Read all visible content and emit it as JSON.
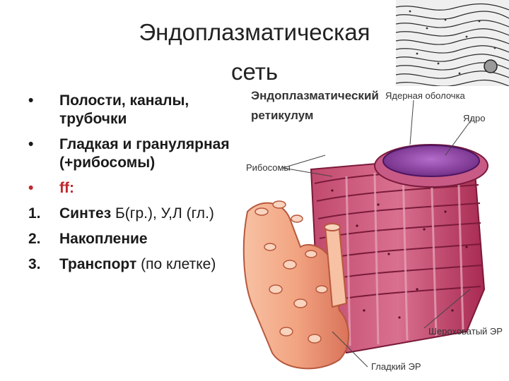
{
  "title": {
    "line1": "Эндоплазматическая",
    "line2": "сеть"
  },
  "bullets": [
    {
      "marker": "•",
      "text": "Полости, каналы, трубочки"
    },
    {
      "marker": "•",
      "text": "Гладкая и гранулярная (+рибосомы)"
    },
    {
      "marker": "•",
      "text": "ff:"
    },
    {
      "marker": "1.",
      "bold": "Синтез",
      "rest": " Б(гр.), У,Л (гл.)"
    },
    {
      "marker": "2.",
      "text": "Накопление"
    },
    {
      "marker": "3.",
      "bold": "Транспорт",
      "rest": " (по клетке)"
    }
  ],
  "figure": {
    "title_line1": "Эндоплазматический",
    "title_line2": "ретикулум",
    "label_nuclear_envelope": "Ядерная оболочка",
    "label_nucleus": "Ядро",
    "label_ribosomes": "Рибосомы",
    "label_rough_er": "Шероховатый ЭР",
    "label_smooth_er": "Гладкий ЭР"
  },
  "colors": {
    "bullet_red": "#c0282d",
    "rough_er": "#b8315a",
    "rough_er_light": "#d9708f",
    "smooth_er": "#f2a481",
    "smooth_er_dark": "#d9735a",
    "nucleus": "#8e3fa0"
  }
}
